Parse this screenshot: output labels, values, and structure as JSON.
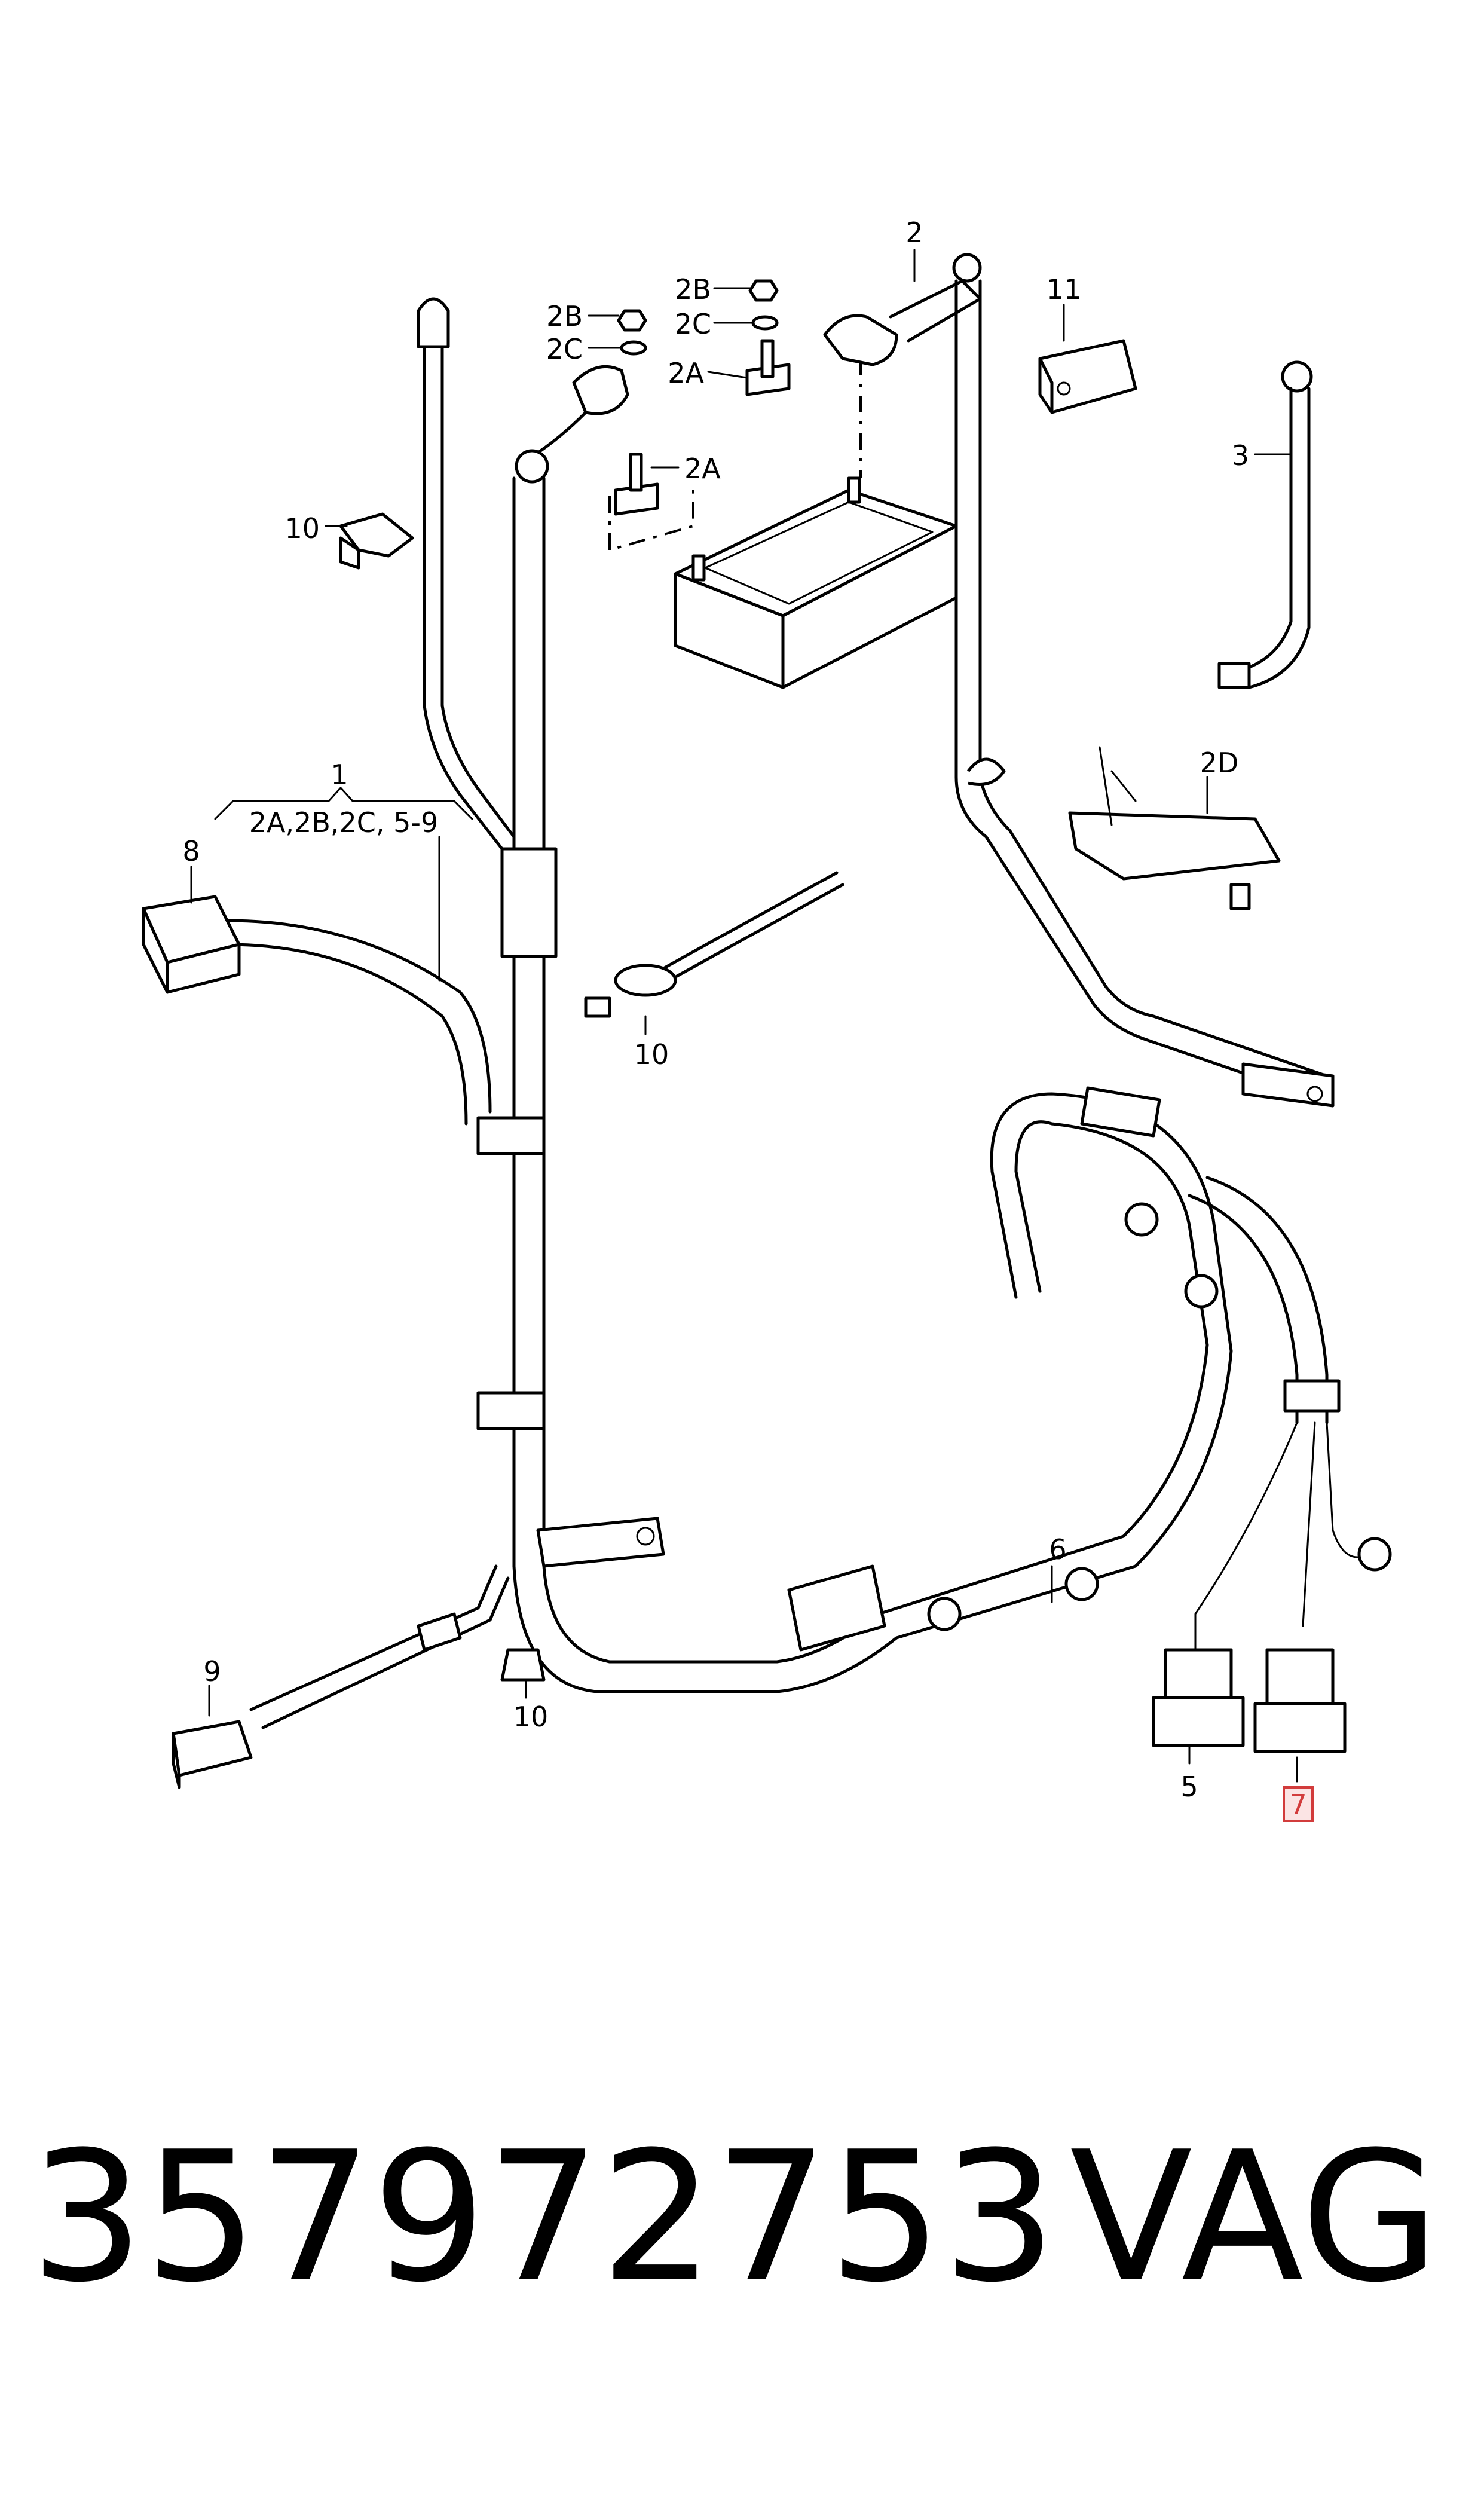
{
  "diagram": {
    "callouts": {
      "c1": "1",
      "c1_sub": "2A,2B,2C, 5-9",
      "c2": "2",
      "c2A_left": "2A",
      "c2B_left": "2B",
      "c2C_left": "2C",
      "c2A_right": "2A",
      "c2B_right": "2B",
      "c2C_right": "2C",
      "c2D": "2D",
      "c3": "3",
      "c5": "5",
      "c6": "6",
      "c7": "7",
      "c8": "8",
      "c9": "9",
      "c10_top": "10",
      "c10_mid": "10",
      "c10_bottom": "10",
      "c11": "11"
    },
    "highlighted_callout": "7",
    "highlight_color": "#d23c3c"
  },
  "footer": {
    "part_number": "357972753",
    "brand": "VAG"
  }
}
